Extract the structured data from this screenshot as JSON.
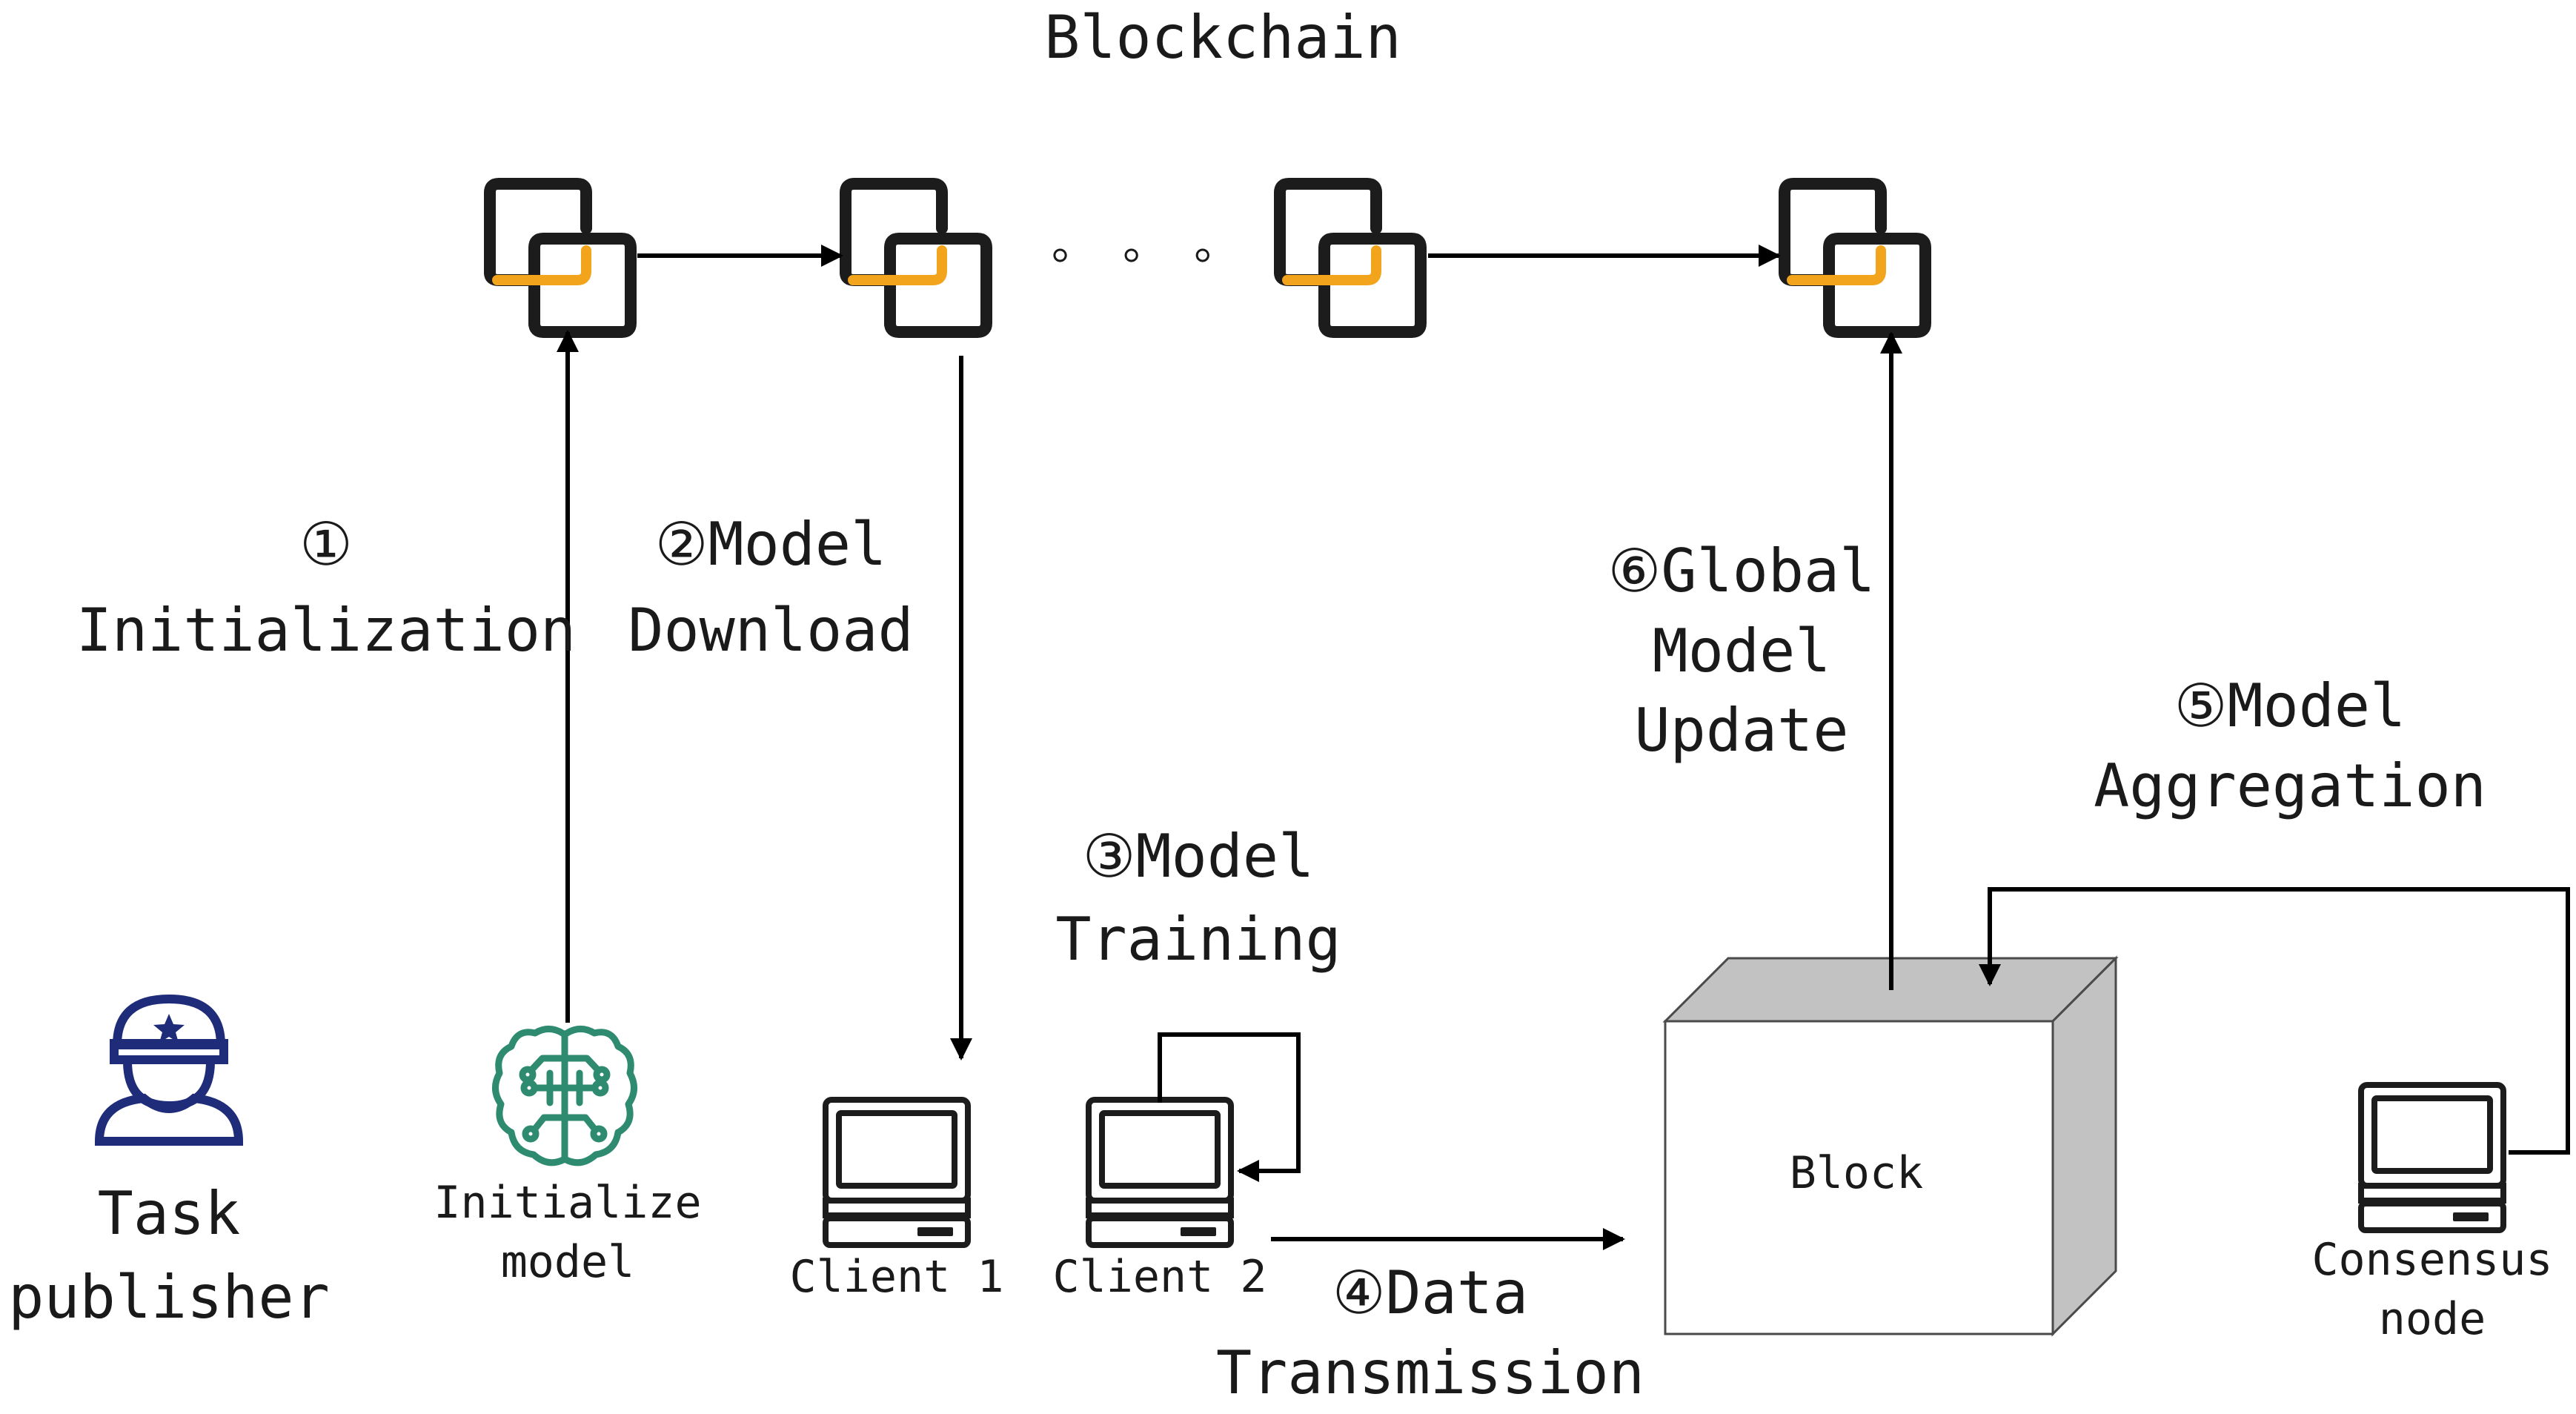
{
  "title": "Blockchain",
  "steps": {
    "s1_num": "①",
    "s1_label": "Initialization",
    "s2_line1": "②Model",
    "s2_line2": "Download",
    "s3_line1": "③Model",
    "s3_line2": "Training",
    "s4_line1": "④Data",
    "s4_line2": "Transmission",
    "s5_line1": "⑤Model",
    "s5_line2": "Aggregation",
    "s6_line1": "⑥Global",
    "s6_line2": "Model",
    "s6_line3": "Update"
  },
  "actors": {
    "publisher_line1": "Task",
    "publisher_line2": "publisher",
    "init_line1": "Initialize",
    "init_line2": "model",
    "client1": "Client 1",
    "client2": "Client 2",
    "block": "Block",
    "consensus_line1": "Consensus",
    "consensus_line2": "node"
  },
  "ellipsis": "。 。 。",
  "colors": {
    "accent": "#f2a51c",
    "link_stroke": "#1c1c1c",
    "publisher": "#1f2c7a",
    "brain": "#2e8b6f",
    "block_fill": "#ffffff",
    "block_side": "#c2c2c2"
  },
  "icons": [
    "chain-link-icon",
    "user-icon",
    "brain-circuit-icon",
    "computer-icon"
  ]
}
